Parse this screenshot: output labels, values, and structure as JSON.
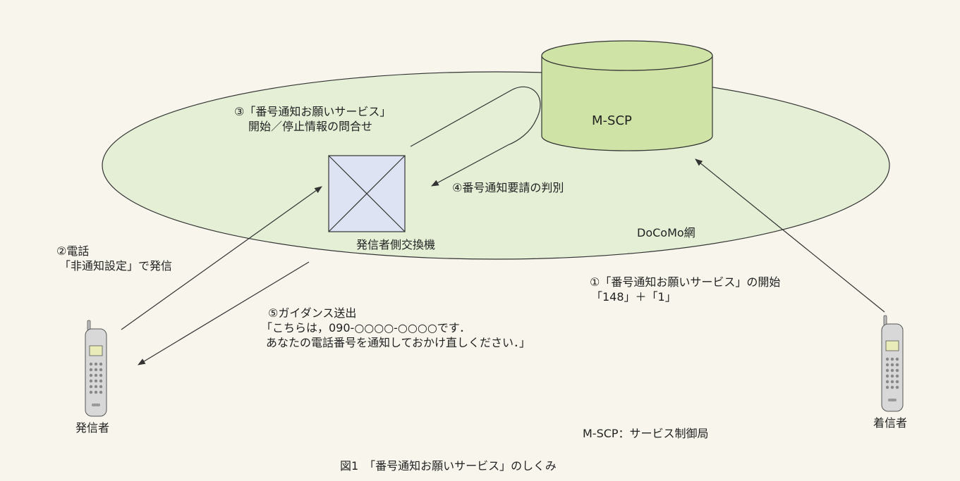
{
  "network_label": "DoCoMo網",
  "server": {
    "label": "M-SCP"
  },
  "exchange": {
    "label": "発信者側交換機"
  },
  "caller": {
    "label": "発信者"
  },
  "callee": {
    "label": "着信者"
  },
  "steps": {
    "step1": {
      "line1": "①「番号通知お願いサービス」の開始",
      "line2": "「148」＋「1」"
    },
    "step2": {
      "line1": "②電話",
      "line2": "「非通知設定」で発信"
    },
    "step3": {
      "line1": "③「番号通知お願いサービス」",
      "line2": "開始／停止情報の問合せ"
    },
    "step4": {
      "line1": "④番号通知要請の判別"
    },
    "step5": {
      "line1": "⑤ガイダンス送出",
      "line2": "「こちらは，090-○○○○-○○○○です．",
      "line3": "あなたの電話番号を通知しておかけ直しください．」"
    }
  },
  "legend": "M-SCP：サービス制御局",
  "caption": "図1　「番号通知お願いサービス」のしくみ",
  "colors": {
    "network_fill": "#e4efd6",
    "network_stroke": "#333333",
    "server_fill": "#cfe3a6",
    "exchange_fill": "#dde3f2",
    "background": "#f7f5ec"
  },
  "icons": {
    "phone": "mobile-phone-icon",
    "server": "database-cylinder-icon",
    "exchange": "switch-box-icon"
  }
}
